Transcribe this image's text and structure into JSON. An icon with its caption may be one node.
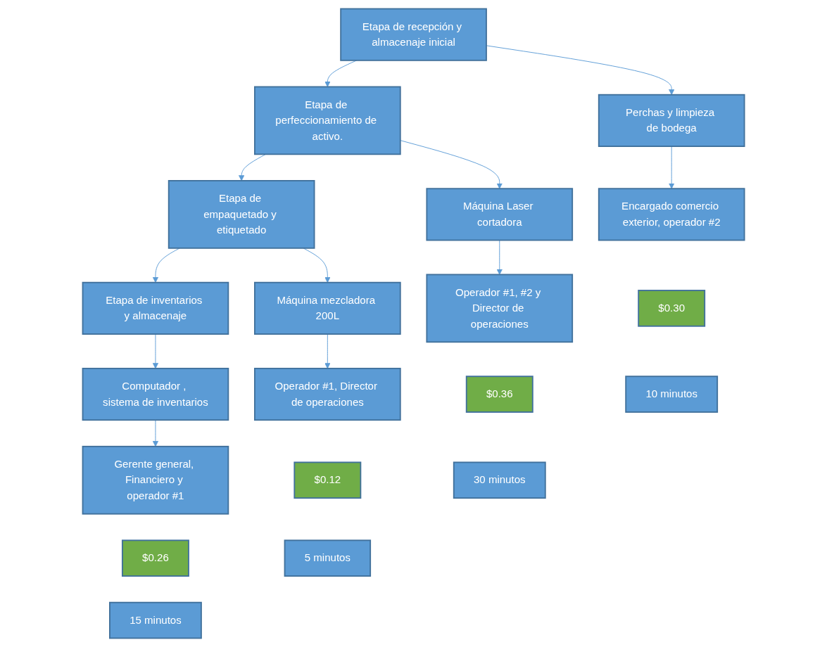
{
  "diagram": {
    "nodes": [
      {
        "text": [
          "Etapa de recepción y almacenaje inicial"
        ]
      },
      {
        "text": [
          "Etapa de perfeccionamiento de activo."
        ]
      },
      {
        "text": [
          "Etapa de empaquetado y etiquetado"
        ]
      },
      {
        "text": [
          "Etapa de inventarios y almacenaje"
        ]
      },
      {
        "text": [
          "Perchas y limpieza de bodega"
        ]
      },
      {
        "text": [
          "Máquina Laser cortadora"
        ]
      },
      {
        "text": [
          "Máquina mezcladora 200L"
        ]
      },
      {
        "text": [
          "Computador , sistema de inventarios"
        ]
      },
      {
        "text": [
          "Encargado comercio exterior, operador #2"
        ]
      },
      {
        "text": [
          "Operador #1, #2 y Director de operaciones"
        ]
      },
      {
        "text": [
          "Operador #1, Director de operaciones"
        ]
      },
      {
        "text": [
          "Gerente general, Financiero y operador #1"
        ]
      },
      {
        "text": [
          "$0.30"
        ]
      },
      {
        "text": [
          "$0.36"
        ]
      },
      {
        "text": [
          "$0.12"
        ]
      },
      {
        "text": [
          "$0.26"
        ]
      },
      {
        "text": [
          "10 minutos"
        ]
      },
      {
        "text": [
          "30 minutos"
        ]
      },
      {
        "text": [
          "5 minutos"
        ]
      },
      {
        "text": [
          "15 minutos"
        ]
      }
    ],
    "edges": [
      {
        "from": 0,
        "to": 1,
        "arrow": "to"
      },
      {
        "from": 1,
        "to": 2,
        "arrow": "to"
      },
      {
        "from": 2,
        "to": 3,
        "arrow": "to"
      },
      {
        "from": 0,
        "to": 4,
        "arrow": "to"
      },
      {
        "from": 4,
        "to": 8,
        "arrow": "to"
      },
      {
        "from": 1,
        "to": 5,
        "arrow": "to"
      },
      {
        "from": 5,
        "to": 9,
        "arrow": "to"
      },
      {
        "from": 2,
        "to": 6,
        "arrow": "to"
      },
      {
        "from": 6,
        "to": 10,
        "arrow": "to"
      },
      {
        "from": 3,
        "to": 7,
        "arrow": "to"
      },
      {
        "from": 7,
        "to": 11,
        "arrow": "to"
      }
    ]
  }
}
